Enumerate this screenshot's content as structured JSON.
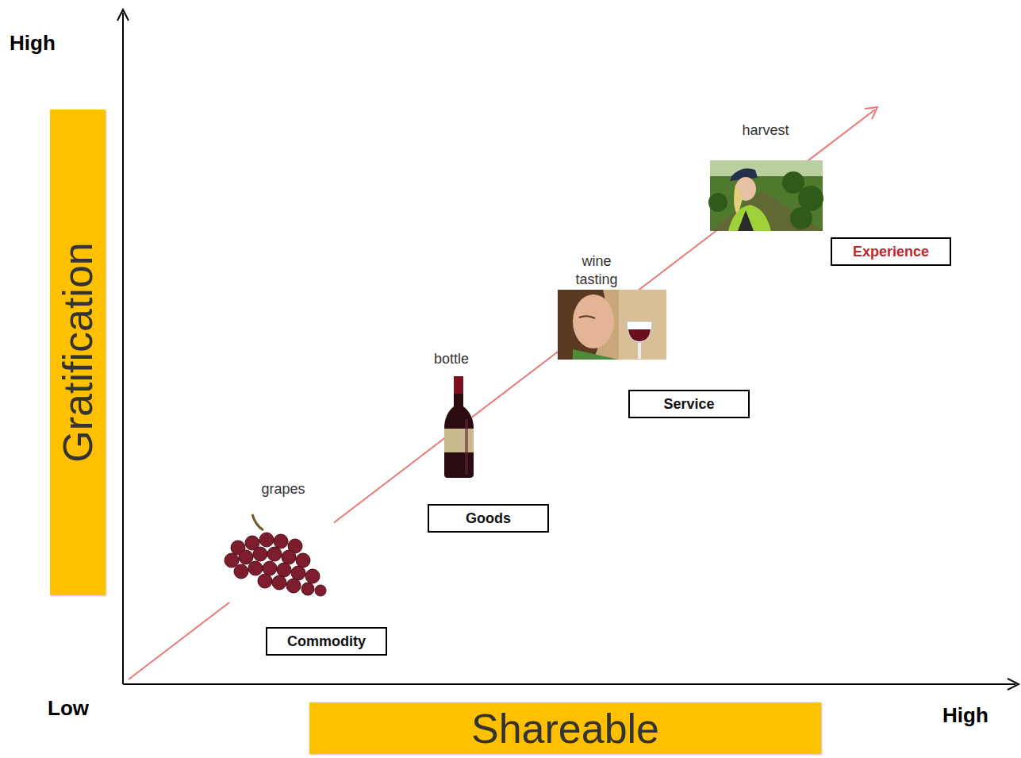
{
  "diagram": {
    "nodes": [
      {
        "text": [
          "Gratification"
        ]
      },
      {
        "text": [
          "Shareable"
        ]
      },
      {
        "text": [
          "Commodity"
        ]
      },
      {
        "text": [
          "Goods"
        ]
      },
      {
        "text": [
          "Service"
        ]
      },
      {
        "text": [
          "Experience"
        ]
      }
    ],
    "labels": [
      "High",
      "Low",
      "High",
      "grapes",
      "bottle",
      "wine tasting",
      "harvest"
    ]
  }
}
